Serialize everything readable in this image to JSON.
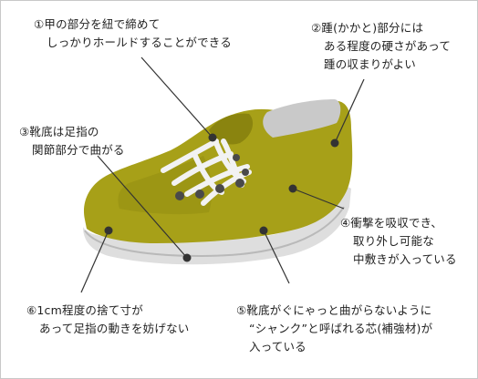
{
  "colors": {
    "shoe_body": "#a7a018",
    "shoe_shadow": "#8a840f",
    "sole": "#dedede",
    "sole_edge": "#b9b9b9",
    "insole": "#c9c9c9",
    "lace": "#f2f2f2",
    "eyelet": "#4a4a4a",
    "leader_line": "#333333",
    "dot": "#333333"
  },
  "annotations": [
    {
      "id": "1",
      "lines": [
        "①甲の部分を紐で締めて",
        "しっかりホールドすることができる"
      ]
    },
    {
      "id": "2",
      "lines": [
        "②踵(かかと)部分には",
        "ある程度の硬さがあって",
        "踵の収まりがよい"
      ]
    },
    {
      "id": "3",
      "lines": [
        "③靴底は足指の",
        "関節部分で曲がる"
      ]
    },
    {
      "id": "4",
      "lines": [
        "④衝撃を吸収でき、",
        "取り外し可能な",
        "中敷きが入っている"
      ]
    },
    {
      "id": "5",
      "lines": [
        "⑤靴底がぐにゃっと曲がらないように",
        "“シャンク”と呼ばれる芯(補強材)が",
        "入っている"
      ]
    },
    {
      "id": "6",
      "lines": [
        "⑥1cm程度の捨て寸が",
        "あって足指の動きを妨げない"
      ]
    }
  ]
}
